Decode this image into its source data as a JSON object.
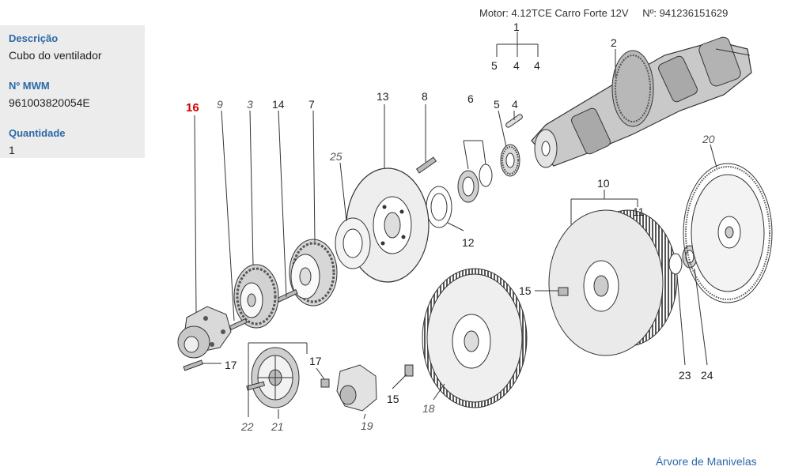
{
  "info": {
    "description_label": "Descrição",
    "description_value": "Cubo do ventilador",
    "mwm_label": "Nº MWM",
    "mwm_value": "961003820054E",
    "quantity_label": "Quantidade",
    "quantity_value": "1"
  },
  "header": {
    "motor": "Motor: 4.12TCE Carro Forte 12V",
    "serial": "Nº: 941236151629"
  },
  "diagram": {
    "selected_part": "16",
    "callouts": [
      "1",
      "2",
      "3",
      "4",
      "5",
      "6",
      "7",
      "8",
      "9",
      "10",
      "11",
      "12",
      "13",
      "14",
      "15",
      "16",
      "17",
      "18",
      "19",
      "20",
      "21",
      "22",
      "23",
      "24",
      "25"
    ]
  },
  "footer": {
    "link_label": "Árvore de Manivelas"
  },
  "colors": {
    "label_blue": "#2c6aa8",
    "selected_red": "#d40000",
    "panel_gray": "#ececec"
  }
}
